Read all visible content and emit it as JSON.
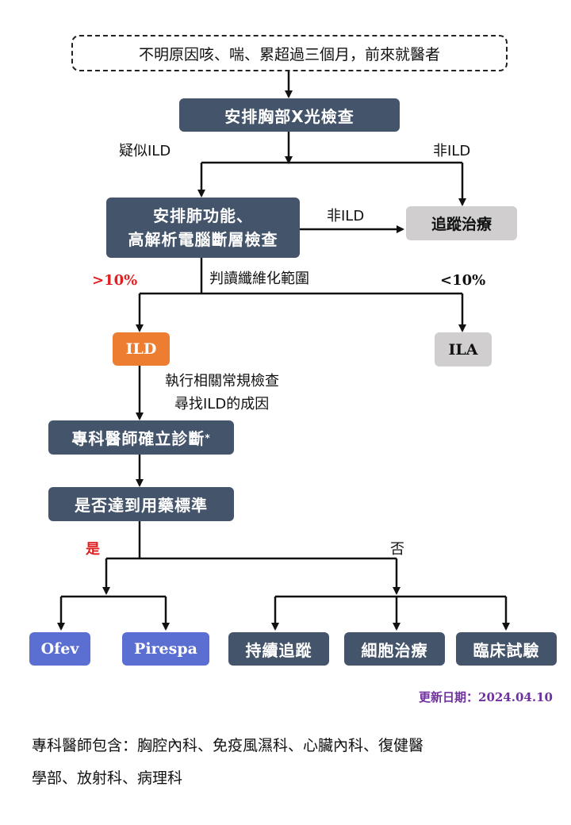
{
  "nodes": {
    "start": "不明原因咳、喘、累超過三個月，前來就醫者",
    "xray": "安排胸部X光檢查",
    "lung_test_line1": "安排肺功能、",
    "lung_test_line2": "高解析電腦斷層檢查",
    "follow_up": "追蹤治療",
    "ild": "ILD",
    "ila": "ILA",
    "specialist": "專科醫師確立診斷",
    "specialist_mark": "*",
    "criteria": "是否達到用藥標準",
    "ofev": "Ofev",
    "pirespa": "Pirespa",
    "continue_tracking": "持續追蹤",
    "cell_therapy": "細胞治療",
    "clinical_trial": "臨床試驗"
  },
  "labels": {
    "suspected_ild": "疑似ILD",
    "not_ild_1": "非ILD",
    "not_ild_2": "非ILD",
    "read_fibrosis": "判讀纖維化範圍",
    "gt10": ">10%",
    "lt10": "<10%",
    "routine_line1": "執行相關常規檢查",
    "routine_line2": "尋找ILD的成因",
    "yes": "是",
    "no": "否"
  },
  "updated": "更新日期：2024.04.10",
  "footnote_line1": "專科醫師包含：胸腔內科、免疫風濕科、心臟內科、復健醫",
  "footnote_line2": "學部、放射科、病理科",
  "colors": {
    "dark_box": "#44546a",
    "grey_box": "#d0cece",
    "orange_box": "#ed7d31",
    "blue_box": "#5b6ed1",
    "highlight_red": "#e02020",
    "date_purple": "#7030a0"
  }
}
